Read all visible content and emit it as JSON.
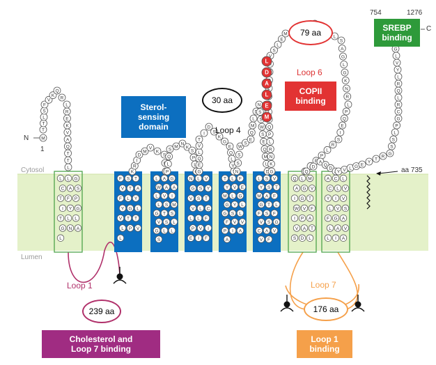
{
  "colors": {
    "membrane": "#dfeec0",
    "helix_blue": "#0c6fc0",
    "helix_outline": "#4da34a",
    "copii_red": "#e23333",
    "srebp_green": "#2e9a3a",
    "cholesterol_purple": "#a02c82",
    "loop1_orange": "#f5a04a",
    "loop1_pink": "#b0306a",
    "loop7_orange": "#f5a04a"
  },
  "labels": {
    "cytosol": "Cytosol",
    "lumen": "Lumen",
    "n_terminus": "N",
    "n_res": "M",
    "n_number": "1",
    "c_terminus": "C",
    "num_754": "754",
    "num_1276": "1276",
    "aa735": "aa 735",
    "loop1": "Loop 1",
    "loop4": "Loop 4",
    "loop6": "Loop 6",
    "loop7": "Loop 7",
    "sterol_sensing": "Sterol-\nsensing\ndomain",
    "copii_binding": "COPII\nbinding",
    "srebp_binding": "SREBP\nbinding",
    "cholesterol_loop7": "Cholesterol and\nLoop 7 binding",
    "loop1_binding": "Loop 1\nbinding",
    "aa239": "239 aa",
    "aa30": "30 aa",
    "aa79": "79 aa",
    "aa176": "176 aa"
  },
  "motif_ldalem": [
    "L",
    "D",
    "A",
    "L",
    "E",
    "M"
  ],
  "helices": [
    {
      "residues": "LLGCASTFPIYGTLLGNAL",
      "color": "outline"
    },
    {
      "residues": "FSTVTAFLYYGLVTTLPVL",
      "color": "blue"
    },
    {
      "residues": "LAGWAALVILSMGTSVSLGLLS",
      "color": "blue"
    },
    {
      "residues": "NLVGSYVSTVLCLLFPVIEIF",
      "color": "blue"
    },
    {
      "residues": "TLFYVEMLGGYLGSLFVVPIAA",
      "color": "blue"
    },
    {
      "residues": "LSVYSTMAFGTLFSFVSGCAVVF",
      "color": "blue"
    },
    {
      "residues": "QLMAGVIGTWVFIPAVATSDL",
      "color": "outline"
    },
    {
      "residues": "ACLCLVYIVLVSFGALAVLIA",
      "color": "outline"
    }
  ]
}
